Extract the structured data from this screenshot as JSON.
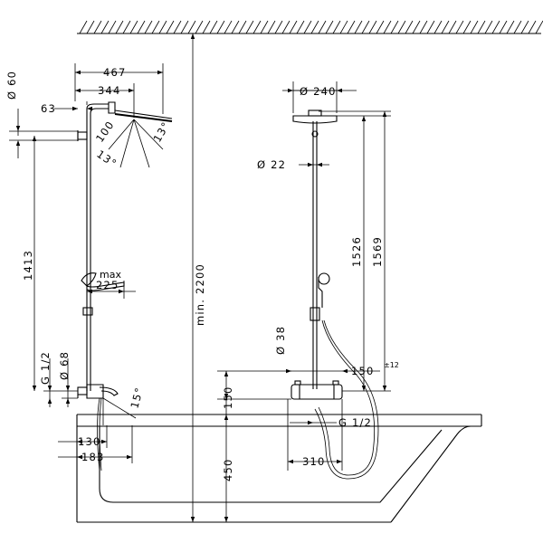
{
  "dimensions": {
    "d467": "467",
    "d344": "344",
    "d63": "63",
    "d60": "Ø 60",
    "d100": "100",
    "d13a": "13°",
    "d13b": "13°",
    "d1413": "1413",
    "dmax": "max",
    "d225": "225",
    "dG12_left": "G 1/2",
    "d68": "Ø 68",
    "d15": "15°",
    "d130": "130",
    "d183": "183",
    "d2200": "min. 2200",
    "d240": "Ø 240",
    "d22": "Ø 22",
    "d1526": "1526",
    "d1569": "1569",
    "d38": "Ø 38",
    "d150r": "150",
    "d12": "±12",
    "d150v": "150",
    "dG12_right": "G 1/2",
    "d450": "450",
    "d310": "310"
  }
}
